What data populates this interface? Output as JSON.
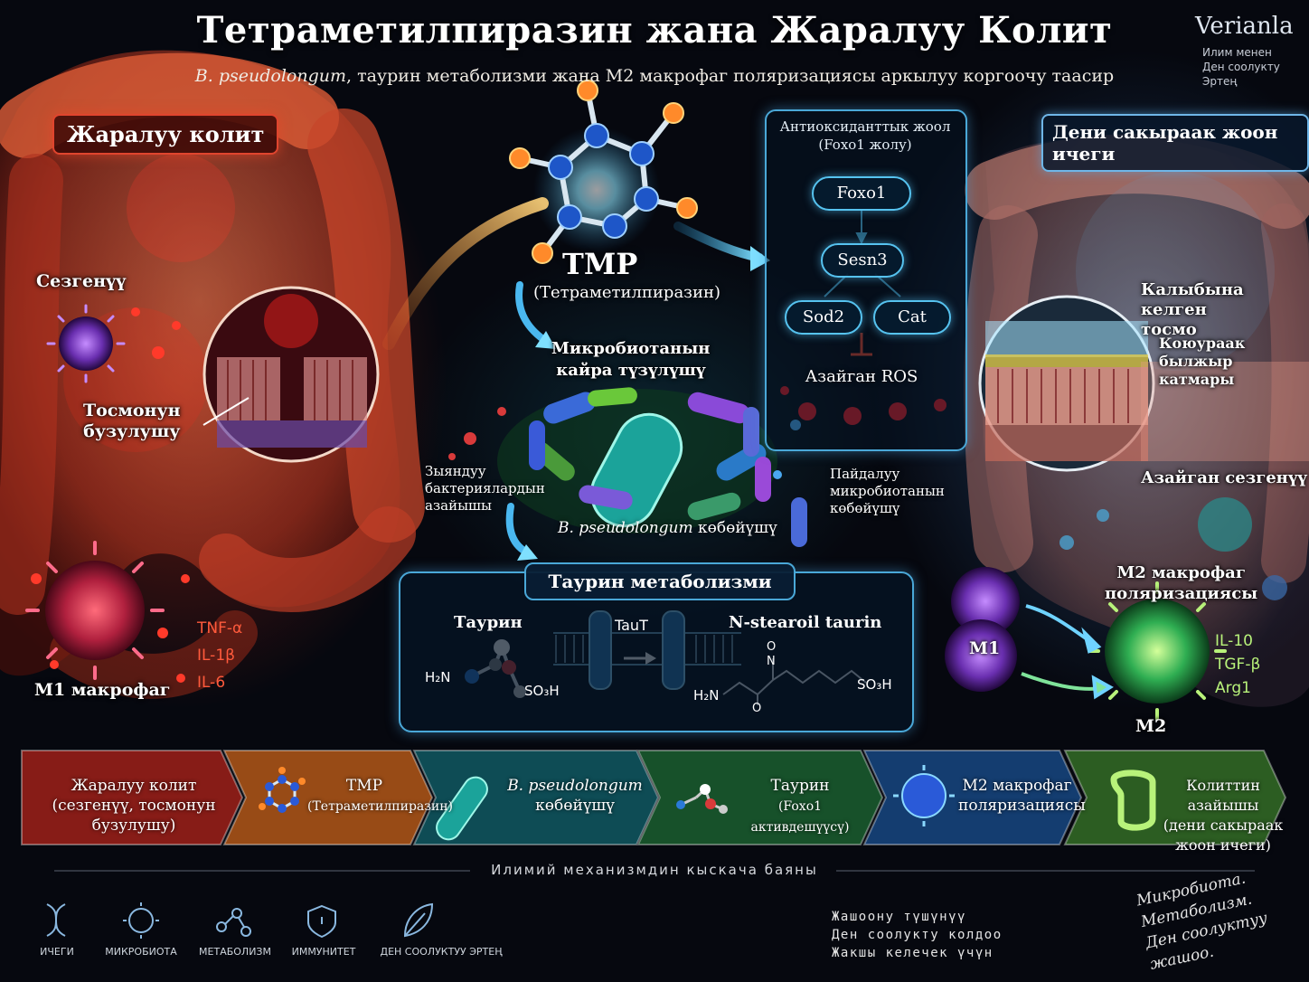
{
  "header": {
    "title": "Тетраметилпиразин жана Жаралуу Колит",
    "subtitle_italic": "B. pseudolongum",
    "subtitle_rest": ", таурин метаболизми жана M2 макрофаг поляризациясы аркылуу коргоочу таасир",
    "brand": "Verianla",
    "brand_tagline": [
      "Илим менен",
      "Ден соолукту",
      "Эртең"
    ]
  },
  "left_panel": {
    "label": "Жаралуу колит",
    "inflammation": "Сезгенүү",
    "barrier_damage": [
      "Тосмонун",
      "бузулушу"
    ],
    "m1_macrophage": "M1 макрофаг",
    "cytokines": [
      "TNF-α",
      "IL-1β",
      "IL-6"
    ]
  },
  "center": {
    "tmp_label": "TMP",
    "tmp_full": "(Тетраметилпиразин)",
    "microbiota_title": [
      "Микробиотанын",
      "кайра түзүлүшү"
    ],
    "harmful_reduction": [
      "Зыяндуу",
      "бактериялардын",
      "азайышы"
    ],
    "beneficial_increase": [
      "Пайдалуу",
      "микробиотанын",
      "көбөйүшү"
    ],
    "bpseudo_growth_italic": "B. pseudolongum",
    "bpseudo_growth_rest": " көбөйүшү"
  },
  "foxo_panel": {
    "title": [
      "Антиоксиданттык жоол",
      "(Foxo1 жолу)"
    ],
    "nodes": [
      "Foxo1",
      "Sesn3",
      "Sod2",
      "Cat"
    ],
    "ros": "Азайган ROS"
  },
  "taurine_panel": {
    "title": "Таурин метаболизми",
    "taurine": "Таурин",
    "transporter": "TauT",
    "product": "N-stearoil taurin",
    "taurine_formula": {
      "amine": "H₂N",
      "acid": "SO₃H"
    },
    "product_formula": {
      "amine": "H₂N",
      "acid": "SO₃H",
      "o_top": "O",
      "n_top": "N",
      "o_bottom": "O"
    }
  },
  "right_panel": {
    "label": "Дени сакыраак жоон ичеги",
    "restored_barrier": [
      "Калыбына келген",
      "тосмо"
    ],
    "mucus_layer": [
      "Коюураак",
      "былжыр катмары"
    ],
    "reduced_inflammation": "Азайган сезгенүү",
    "m2_polarization": [
      "M2 макрофаг",
      "поляризациясы"
    ],
    "m1": "M1",
    "m2": "M2",
    "cytokines": [
      "IL-10",
      "TGF-β",
      "Arg1"
    ]
  },
  "flow": [
    {
      "line1": "Жаралуу колит",
      "line2": "(сезгенүү, тосмонун бузулушу)",
      "color": "#b3231b"
    },
    {
      "line1": "TMP",
      "line2": "(Тетраметилпиразин)",
      "color": "#c9621a"
    },
    {
      "line1": "B. pseudolongum",
      "line2": "көбөйүшү",
      "color": "#12636d"
    },
    {
      "line1": "Таурин",
      "line2": "(Foxo1 активдешүүсү)",
      "color": "#1d6a34"
    },
    {
      "line1": "M2 макрофаг",
      "line2": "поляризациясы",
      "color": "#1a4f92"
    },
    {
      "line1": "Колиттин азайышы",
      "line2": "(дени сакыраак жоон ичеги)",
      "color": "#3a7a2a"
    }
  ],
  "divider": "Илимий механизмдин кыскача баяны",
  "footer_icons": [
    {
      "label": "ИЧЕГИ",
      "icon": "dna-icon"
    },
    {
      "label": "МИКРОБИОТА",
      "icon": "microbe-icon"
    },
    {
      "label": "МЕТАБОЛИЗМ",
      "icon": "molecule-icon"
    },
    {
      "label": "ИММУНИТЕТ",
      "icon": "shield-icon"
    },
    {
      "label": "ДЕН СООЛУКТУУ ЭРТЕҢ",
      "icon": "leaf-icon"
    }
  ],
  "footer_text": [
    "Жашоону түшүнүү",
    "Ден соолукту колдоо",
    "Жакшы келечек үчүн"
  ],
  "signature": [
    "Микробиота.",
    "Метаболизм.",
    "Ден соолуктуу жашоо."
  ]
}
